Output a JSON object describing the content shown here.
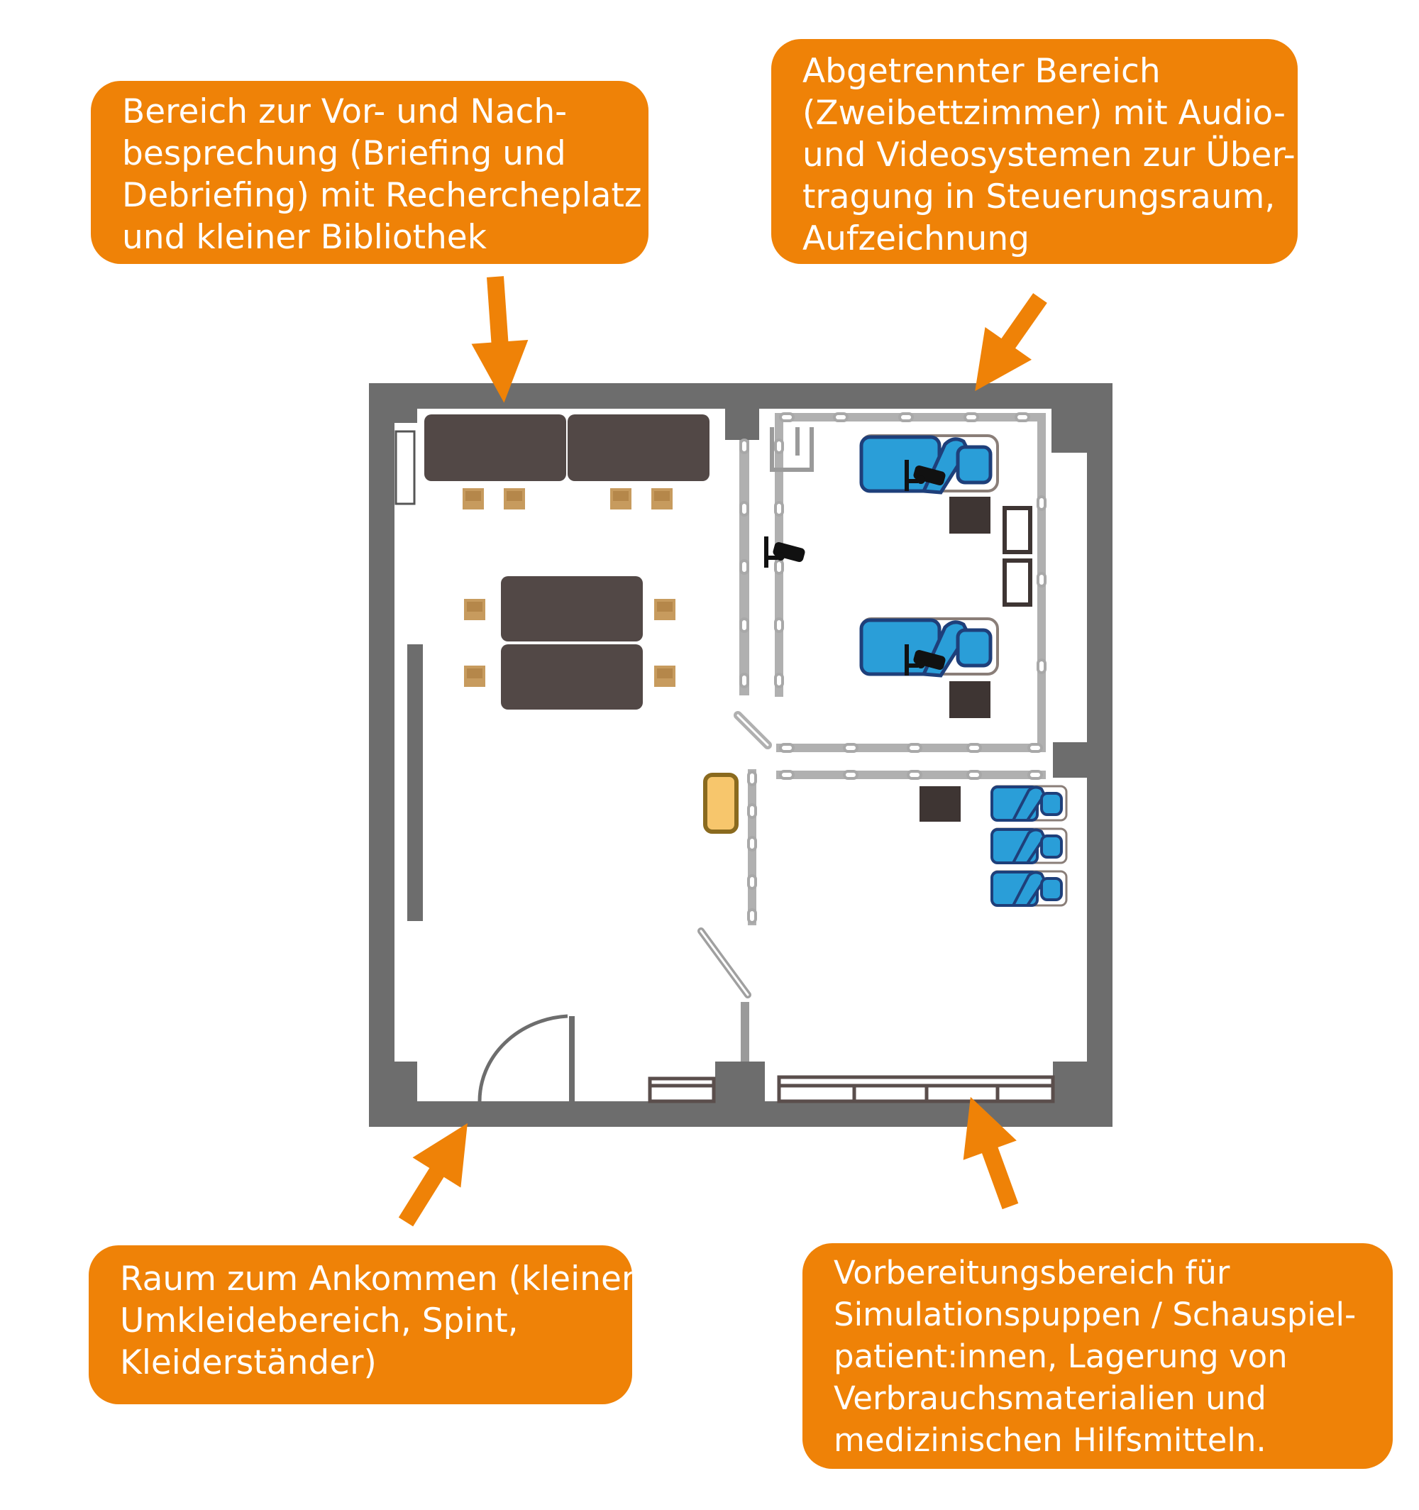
{
  "callouts": {
    "top_left": "Bereich zur Vor- und Nach-\nbesprechung (Briefing und\nDebriefing) mit Rechercheplatz\nund kleiner Bibliothek",
    "top_right": "Abgetrennter Bereich\n(Zweibettzimmer) mit Audio-\nund Videosystemen zur Über-\ntragung in Steuerungsraum,\nAufzeichnung",
    "bottom_left": "Raum zum Ankommen (kleiner\nUmkleidebereich, Spint,\nKleiderständer)",
    "bottom_right": "Vorbereitungsbereich für\nSimulationspuppen / Schauspiel-\npatient:innen, Lagerung von\nVerbrauchsmaterialien und\nmedizinischen Hilfsmitteln."
  },
  "colors": {
    "accent": "#ef8207",
    "wall": "#6d6d6d",
    "table": "#524846",
    "chair": "#c79b5e",
    "bed": "#2a9ed8",
    "bed_outline": "#1e3f7a",
    "curtain": "#b0b0b0"
  },
  "icons": [
    "camera-icon",
    "bed-icon",
    "chair-icon",
    "table-icon",
    "door-icon"
  ]
}
